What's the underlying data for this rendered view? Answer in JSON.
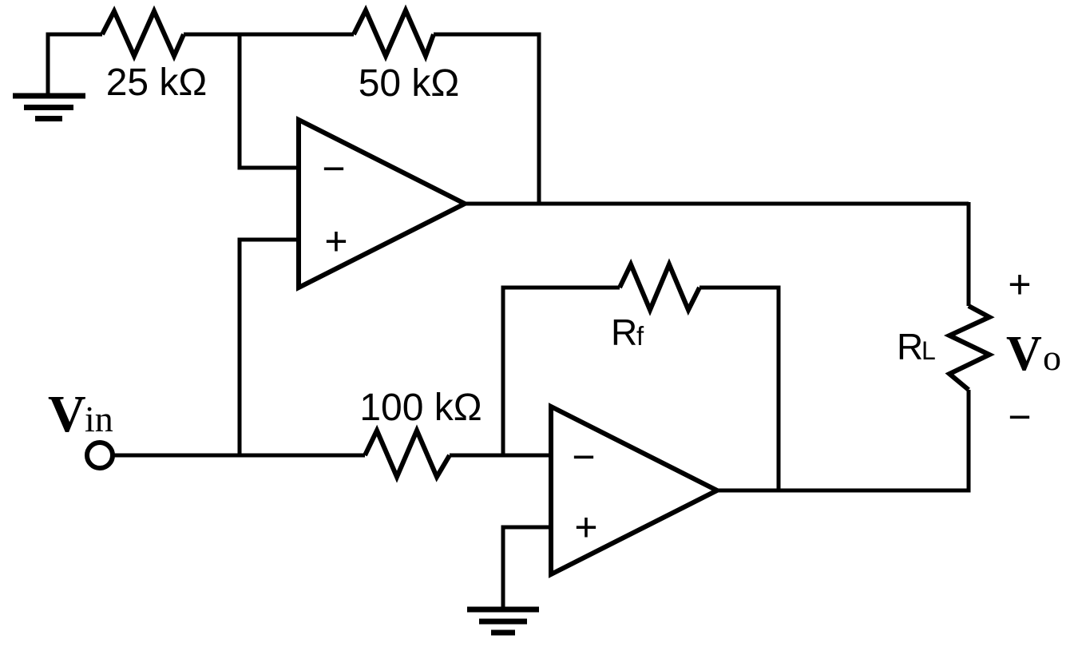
{
  "circuit": {
    "description": "Two op-amp circuit with load resistor",
    "resistors": {
      "r1": {
        "value": "25 kΩ"
      },
      "r2": {
        "value": "50 kΩ"
      },
      "r3": {
        "value": "100 kΩ"
      },
      "rf": {
        "name": "R",
        "subscript": "f"
      },
      "rl": {
        "name": "R",
        "subscript": "L"
      }
    },
    "opamps": {
      "top": {
        "inverting_label": "−",
        "noninverting_label": "+"
      },
      "bottom": {
        "inverting_label": "−",
        "noninverting_label": "+"
      }
    },
    "terminals": {
      "vin": {
        "name": "V",
        "subscript": "in"
      },
      "vout": {
        "name": "V",
        "subscript": "o",
        "polarity_plus": "+",
        "polarity_minus": "−"
      }
    }
  },
  "colors": {
    "wire": "#000000",
    "background": "#ffffff"
  }
}
